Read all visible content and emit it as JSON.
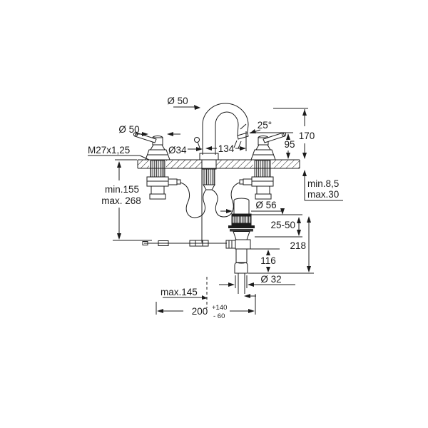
{
  "drawing": {
    "type": "technical-dimension-diagram",
    "subject": "3-hole basin mixer faucet with pop-up waste set",
    "colors": {
      "line": "#1c1c1c",
      "background": "#ffffff"
    },
    "labels": {
      "spout_top_diameter": "Ø 50",
      "handle_diameter": "Ø 50",
      "thread_size": "M27x1,25",
      "hole_diameter": "Ø34",
      "spout_reach": "134",
      "aerator_angle": "25°",
      "spout_height": "170",
      "outlet_height": "95",
      "deck_thickness_min": "min.8,5",
      "deck_thickness_max": "max.30",
      "rod_length_min": "min.155",
      "rod_length_max": "max. 268",
      "waste_top_diameter": "Ø 56",
      "plug_travel": "25-50",
      "waste_height": "218",
      "tailpipe_length": "116",
      "tailpipe_diameter": "Ø 32",
      "lever_reach_max": "max.145",
      "hole_distance": "200",
      "tolerance_plus": "+140",
      "tolerance_minus": "- 60"
    }
  }
}
